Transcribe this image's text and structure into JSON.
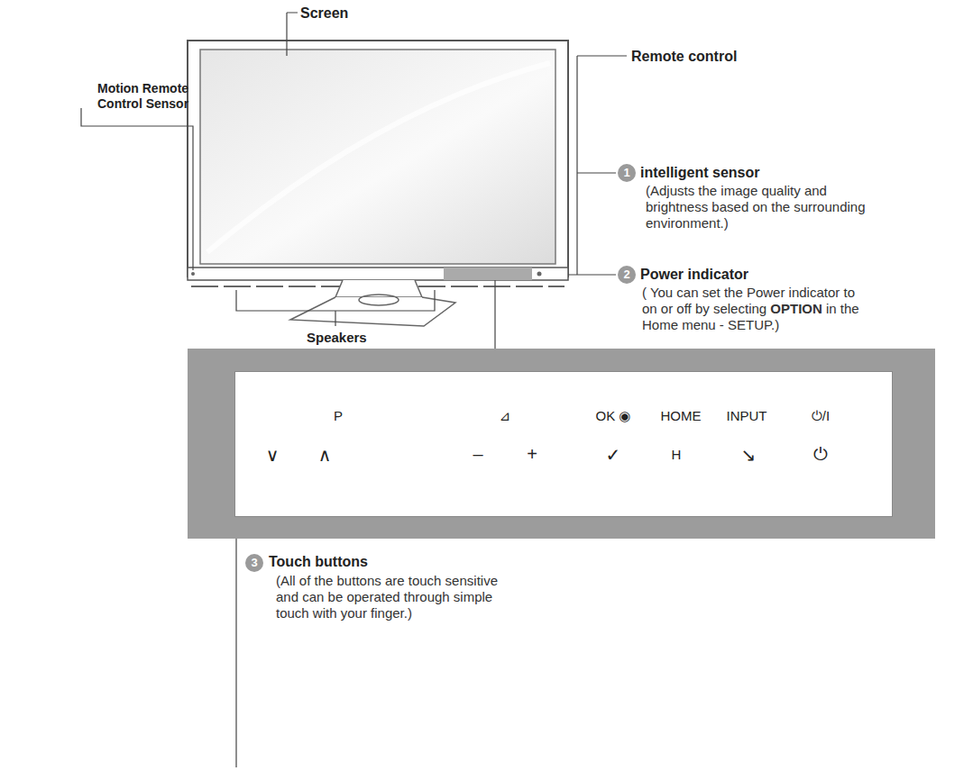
{
  "diagram": {
    "nodes": [
      {
        "text": [
          "P",
          "⊿",
          "OK ◉",
          "HOME",
          "INPUT",
          "⏻/I",
          "∨",
          "∧",
          "–",
          "+",
          "✓",
          "H",
          "↘",
          "⏻"
        ]
      }
    ],
    "labels": [
      "Screen",
      "Remote control",
      "1",
      "intelligent sensor",
      "(Adjusts the image quality and brightness based on the surrounding environment.)",
      "Motion Remote Control Sensor",
      "Speakers",
      "2",
      "Power indicator",
      "( You can set the Power indicator to on or off by selecting",
      "OPTION",
      "in the Home menu - SETUP.)",
      "3",
      "Touch buttons",
      "(All of the buttons are touch sensitive and can be operated through simple touch with your finger.)"
    ]
  }
}
